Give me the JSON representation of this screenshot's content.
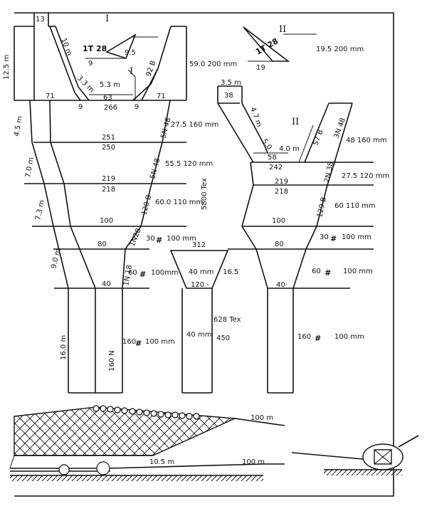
{
  "top_left": {
    "label_13": "13",
    "roman_I": "I",
    "len_10m": "10 m",
    "len_12_5m": "12.5 m",
    "tab_1T28": "1T 28",
    "tab_9": "9",
    "tab_9_5": "9.5",
    "len_3_3m": "3.3 m",
    "len_5_3m": "5.3 m",
    "ref_I": "I",
    "label_92B": "92 B",
    "spec_59": "59.0  200 mm",
    "w71a": "71",
    "w71b": "71",
    "w63": "63",
    "w9a": "9",
    "w9b": "9",
    "w266": "266"
  },
  "top_right": {
    "roman_II": "II",
    "tab_1T28": "1T 28",
    "tab_19": "19",
    "spec_19_5": "19.5   200 mm",
    "len_3_5m": "3.5 m",
    "w38": "38",
    "len_4_7m": "4.7 m",
    "w5_0": "5.0",
    "len_4_0m": "4.0 m",
    "w58": "58",
    "w242": "242",
    "ref_II": "II",
    "label_57B": "57 B",
    "label_3N48": "3N 48",
    "spec_48": "48  160 mm"
  },
  "left_body": {
    "len_4_5m": "4.5 m",
    "len_7_0m": "7.0 m",
    "len_7_3m": "7.3 m",
    "len_9_0m": "9.0 m",
    "len_16_0m": "16.0 m",
    "w251": "251",
    "w250": "250",
    "w219": "219",
    "w218": "218",
    "w100": "100",
    "w80": "80",
    "w40": "40",
    "label_5N48a": "5N 48",
    "label_5N48b": "5N 48",
    "label_120B": "120 B",
    "label_1N28": "1N28",
    "label_1N18": "1N 18",
    "label_160N": "160 N",
    "spec_27_5": "27.5  160 mm",
    "spec_55_5": "55.5  120 mm",
    "spec_60_0": "60.0   110 mm",
    "spec_30": "30",
    "spec_30mm": "100 mm",
    "spec_60": "60",
    "spec_60mm": "100mm",
    "spec_160": "160",
    "spec_160mm": "100 mm",
    "tex_5800": "5800  Tex"
  },
  "middle": {
    "w312": "312",
    "spec_40mm": "40 mm",
    "val_16_5": "16.5",
    "w120": "120 -",
    "tex_628": "628  Tex",
    "spec_40mm_b": "40 mm",
    "val_450": "450"
  },
  "right_body": {
    "w219": "219",
    "w218": "218",
    "w100": "100",
    "w80": "80",
    "w40": "40·",
    "label_2N38": "2N 38",
    "label_129B": "129 B",
    "spec_27_5": "27.5   120 mm",
    "spec_60": "60    110 mm",
    "spec_30": "30",
    "spec_30mm": "100 mm",
    "spec_60b": "60",
    "spec_60bmm": "100 mm",
    "spec_160": "160",
    "spec_160mm": "100   mm"
  },
  "bottom": {
    "len_100m_top": "100 m",
    "len_10_5m": "10.5  m",
    "len_100m_bot": "100 m"
  }
}
